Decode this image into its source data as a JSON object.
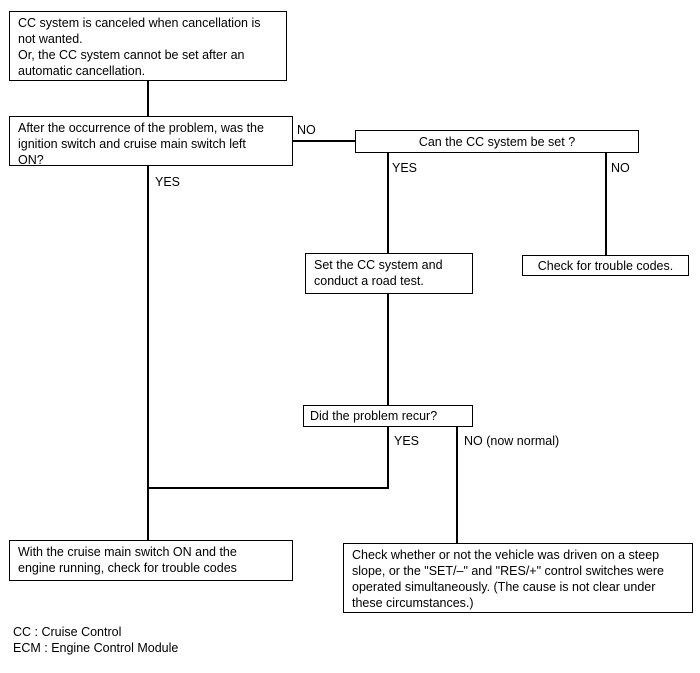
{
  "colors": {
    "background": "#ffffff",
    "line": "#000000",
    "text": "#000000"
  },
  "flowchart": {
    "nodes": {
      "symptom": {
        "text": "CC system is canceled when cancellation is\nnot wanted.\nOr, the CC system cannot be set after an\nautomatic cancellation."
      },
      "question_ignition_switch": {
        "text": "After the occurrence of the problem, was the\nignition switch and cruise main switch left\nON?"
      },
      "question_cc_set": {
        "text": "Can the CC system be set ?"
      },
      "action_road_test": {
        "text": "Set the CC system and\nconduct a road test."
      },
      "action_check_trouble_codes": {
        "text": "Check for trouble codes."
      },
      "question_problem_recur": {
        "text": "Did the problem recur?"
      },
      "action_check_codes_engine_running": {
        "text": "With the cruise main switch ON and the\nengine running, check for trouble codes"
      },
      "action_check_steep_slope": {
        "text": "Check whether or not the vehicle was driven on a steep\nslope, or the \"SET/–\" and \"RES/+\" control switches were\noperated simultaneously. (The cause is not clear under\nthese circumstances.)"
      }
    },
    "edge_labels": {
      "ignition_no": "NO",
      "ignition_yes": "YES",
      "cc_set_yes": "YES",
      "cc_set_no": "NO",
      "recur_yes": "YES",
      "recur_no": "NO (now normal)"
    },
    "legend": {
      "text": "CC : Cruise Control\nECM : Engine Control Module"
    }
  }
}
